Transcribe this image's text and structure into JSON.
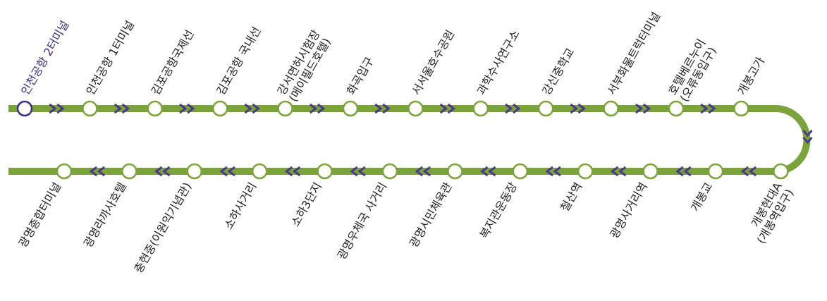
{
  "colors": {
    "line": "#7aa33a",
    "arrow": "#4b3a8a",
    "station_fill": "#ffffff",
    "current_station": "#3d2b8a",
    "text": "#222222"
  },
  "route": {
    "top_row": [
      {
        "name": "인천공항 2터미널",
        "current": true
      },
      {
        "name": "인천공항 1터미널"
      },
      {
        "name": "김포공항국제선"
      },
      {
        "name": "김포공항 국내선"
      },
      {
        "name": "강서면허시험장",
        "sub": "(메이필드호텔)"
      },
      {
        "name": "화곡입구"
      },
      {
        "name": "서서울호수공원"
      },
      {
        "name": "과학수사연구소"
      },
      {
        "name": "강신중학교"
      },
      {
        "name": "서부화물트럭터미널"
      },
      {
        "name": "호텔베르누이",
        "sub": "(오류동입구)"
      },
      {
        "name": "개봉고가"
      }
    ],
    "bottom_row": [
      {
        "name": "광명종합터미널"
      },
      {
        "name": "광명라까사호텔"
      },
      {
        "name": "충현중(이원익기념관)"
      },
      {
        "name": "소하사거리"
      },
      {
        "name": "소하3단지"
      },
      {
        "name": "광명우체국 사거리"
      },
      {
        "name": "광명시민체육관"
      },
      {
        "name": "복지관운동장"
      },
      {
        "name": "철산역"
      },
      {
        "name": "광명사거리역"
      },
      {
        "name": "개봉교"
      },
      {
        "name": "개봉현대A",
        "sub": "(개봉역입구)"
      }
    ]
  }
}
